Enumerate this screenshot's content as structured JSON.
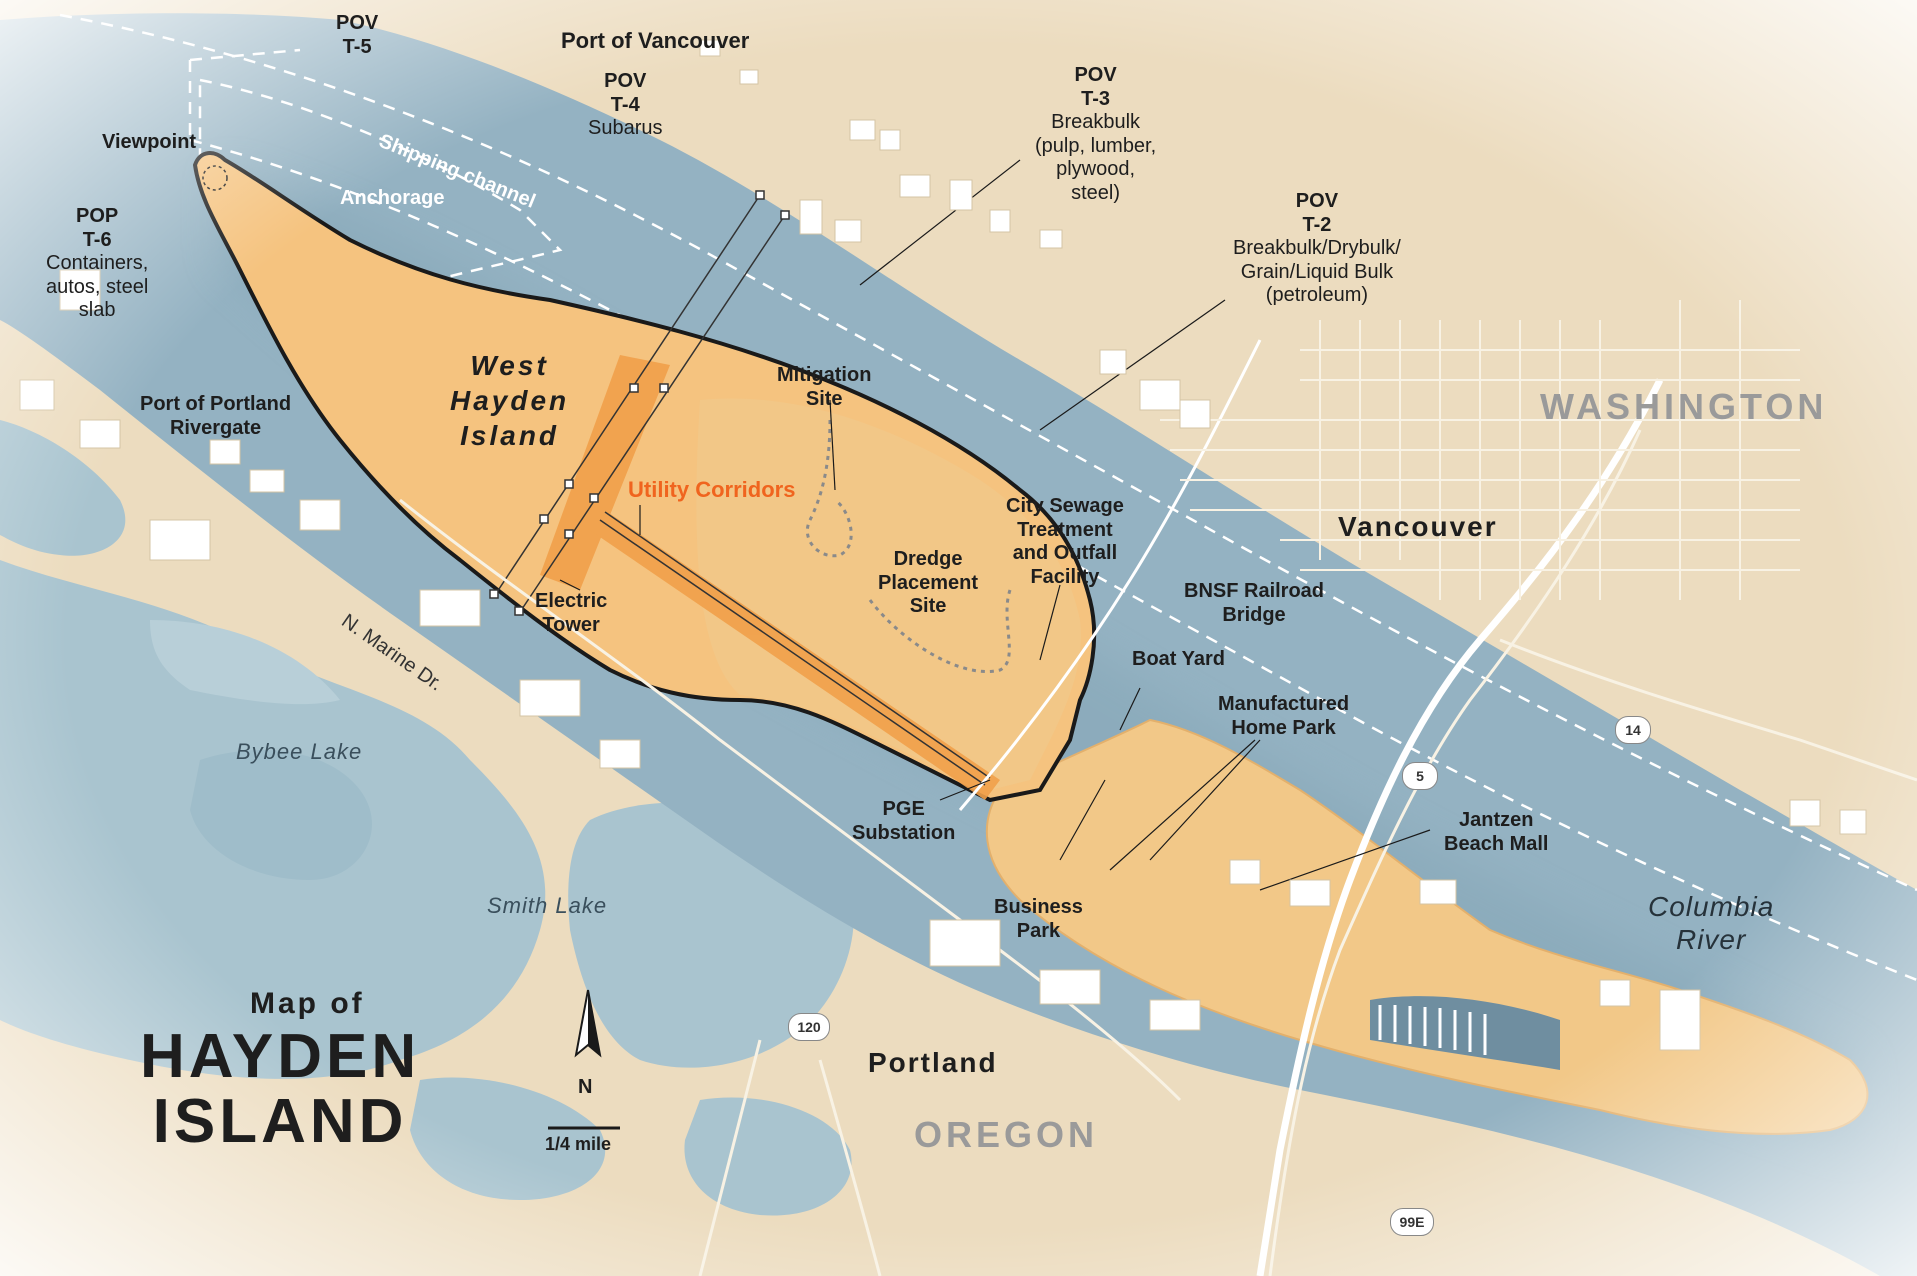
{
  "labels": {
    "pov_t5": [
      "POV",
      "T-5"
    ],
    "port_vancouver": "Port of Vancouver",
    "pov_t4": [
      "POV",
      "T-4"
    ],
    "subarus": "Subarus",
    "pov_t3": [
      "POV",
      "T-3"
    ],
    "pov_t3_desc": [
      "Breakbulk",
      "(pulp, lumber,",
      "plywood,",
      "steel)"
    ],
    "pov_t2": [
      "POV",
      "T-2"
    ],
    "pov_t2_desc": [
      "Breakbulk/Drybulk/",
      "Grain/Liquid Bulk",
      "(petroleum)"
    ],
    "viewpoint": "Viewpoint",
    "pop_t6": [
      "POP",
      "T-6"
    ],
    "pop_t6_desc": [
      "Containers,",
      "autos, steel",
      "slab"
    ],
    "shipping_channel": "Shipping channel",
    "anchorage": "Anchorage",
    "west_hayden_island": [
      "West",
      "Hayden",
      "Island"
    ],
    "port_portland_rivergate": [
      "Port of Portland",
      "Rivergate"
    ],
    "mitigation_site": [
      "Mitigation",
      "Site"
    ],
    "utility_corridors": "Utility Corridors",
    "dredge_placement_site": [
      "Dredge",
      "Placement",
      "Site"
    ],
    "city_sewage": [
      "City Sewage",
      "Treatment",
      "and Outfall",
      "Facility"
    ],
    "electric_tower": [
      "Electric",
      "Tower"
    ],
    "bnsf_bridge": [
      "BNSF Railroad",
      "Bridge"
    ],
    "boat_yard": "Boat Yard",
    "manufactured_home_park": [
      "Manufactured",
      "Home Park"
    ],
    "washington": "WASHINGTON",
    "vancouver": "Vancouver",
    "n_marine_dr": "N. Marine Dr.",
    "bybee_lake": "Bybee Lake",
    "pge_substation": [
      "PGE",
      "Substation"
    ],
    "jantzen_beach_mall": [
      "Jantzen",
      "Beach Mall"
    ],
    "smith_lake": "Smith Lake",
    "business_park": [
      "Business",
      "Park"
    ],
    "columbia_river": [
      "Columbia",
      "River"
    ],
    "portland": "Portland",
    "oregon": "OREGON"
  },
  "highway_shields": {
    "i5": "5",
    "sr14": "14",
    "hwy120": "120",
    "hwy99e": "99E"
  },
  "title": {
    "map_of": "Map of",
    "line1": "HAYDEN",
    "line2": "ISLAND"
  },
  "north_arrow": "N",
  "scale_bar": "1/4 mile",
  "colors": {
    "land": "#ecdcbf",
    "river": "#94b2c2",
    "wetland": "#a9c4cf",
    "island": "#f2c888",
    "west_island": "#f5c37f",
    "utility_corridor": "#f1a04a",
    "accent_orange": "#f0641e",
    "outline": "#1a1a1a"
  }
}
